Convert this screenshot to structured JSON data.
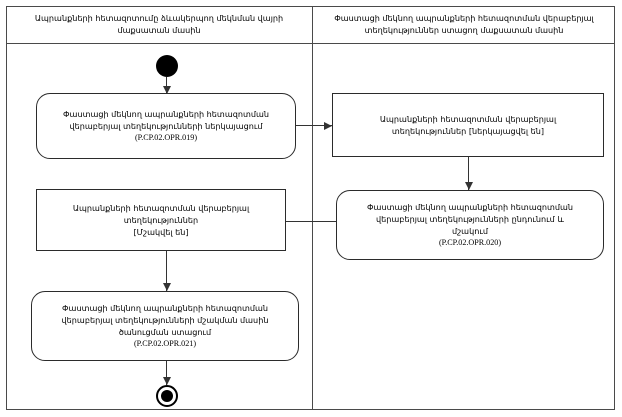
{
  "diagram": {
    "title": "UML activity diagram with swimlanes",
    "lanes": [
      {
        "id": "lane-left",
        "header": "Ապրանքների հետազոտումը ձևակերպող մեկնման վայրի մաքսատան մասին"
      },
      {
        "id": "lane-right",
        "header": "Փաստացի մեկնող ապրանքների հետազոտման վերաբերյալ տեղեկություններ ստացող մաքսատան մասին"
      }
    ],
    "nodes": {
      "initial": {
        "name": "initial-node"
      },
      "left_action_1": {
        "line1": "Փաստացի մեկնող ապրանքների հետազոտման",
        "line2": "վերաբերյալ տեղեկությունների ներկայացում",
        "code": "(P.CP.02.OPR.019)"
      },
      "right_object_1": {
        "line1": "Ապրանքների հետազոտման վերաբերյալ",
        "line2": "տեղեկություններ [ներկայացվել են]"
      },
      "right_action_1": {
        "line1": "Փաստացի մեկնող ապրանքների հետազոտման",
        "line2": "վերաբերյալ տեղեկությունների ընդունում և",
        "line3": "մշակում",
        "code": "(P.CP.02.OPR.020)"
      },
      "left_object_1": {
        "line1": "Ապրանքների հետազոտման վերաբերյալ",
        "line2": "տեղեկություններ",
        "line3": "[Մշակվել են]"
      },
      "left_action_2": {
        "line1": "Փաստացի մեկնող ապրանքների հետազոտման",
        "line2": "վերաբերյալ տեղեկությունների մշակման մասին",
        "line3": "ծանուցման ստացում",
        "code": "(P.CP.02.OPR.021)"
      },
      "final": {
        "name": "final-node"
      }
    },
    "colors": {
      "frame_border": "#4a4a4a",
      "node_border": "#2b2b2b",
      "edge": "#333333",
      "node_fill": "#ffffff",
      "text": "#000000"
    }
  }
}
